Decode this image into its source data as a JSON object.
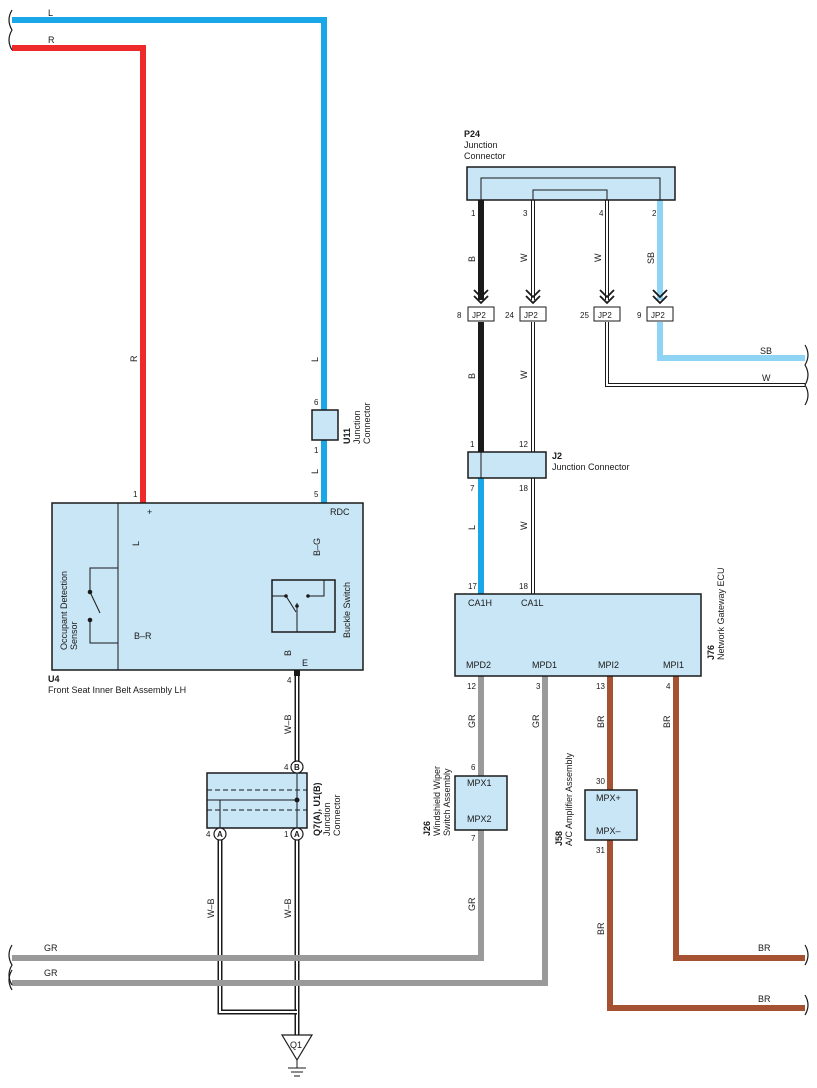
{
  "colors": {
    "L": "#1aa7e8",
    "R": "#ee2a2a",
    "SB": "#8fd4f5",
    "B": "#1a1a1a",
    "GR": "#9a9a9a",
    "BR": "#a45232",
    "W": "#ffffff",
    "box_fill": "#c8e6f5"
  },
  "wires": {
    "L": "L",
    "R": "R",
    "B": "B",
    "W": "W",
    "SB": "SB",
    "GR": "GR",
    "BR": "BR",
    "B_G": "B–G",
    "B_R": "B–R",
    "W_B": "W–B"
  },
  "components": {
    "p24": {
      "code": "P24",
      "line1": "Junction",
      "line2": "Connector"
    },
    "u11": {
      "code": "U11",
      "line1": "Junction",
      "line2": "Connector"
    },
    "j2": {
      "code": "J2",
      "name": "Junction Connector"
    },
    "u4": {
      "code": "U4",
      "name": "Front Seat Inner Belt Assembly LH"
    },
    "ods": {
      "line1": "Occupant Detection",
      "line2": "Sensor"
    },
    "buckle": {
      "name": "Buckle Switch"
    },
    "q7": {
      "code": "Q7(A), U1(B)",
      "line1": "Junction",
      "line2": "Connector"
    },
    "j76": {
      "code": "J76",
      "name": "Network Gateway ECU"
    },
    "j26": {
      "code": "J26",
      "line1": "Windshield Wiper",
      "line2": "Switch Assembly"
    },
    "j58": {
      "code": "J58",
      "name": "A/C Amplifier Assembly"
    },
    "q1": {
      "code": "Q1"
    }
  },
  "connectors": {
    "jp2": "JP2",
    "a": "A",
    "b": "B"
  },
  "terminals": {
    "u4_plus": "+",
    "rdc": "RDC",
    "e": "E",
    "ca1h": "CA1H",
    "ca1l": "CA1L",
    "mpd2": "MPD2",
    "mpd1": "MPD1",
    "mpi2": "MPI2",
    "mpi1": "MPI1",
    "mpx1": "MPX1",
    "mpx2": "MPX2",
    "mpxp": "MPX+",
    "mpxm": "MPX–"
  },
  "pins": {
    "p24_1": "1",
    "p24_3": "3",
    "p24_4": "4",
    "p24_2": "2",
    "jp2_8": "8",
    "jp2_24": "24",
    "jp2_25": "25",
    "jp2_9": "9",
    "j2_1": "1",
    "j2_12": "12",
    "j2_7": "7",
    "j2_18": "18",
    "u11_6": "6",
    "u11_1": "1",
    "u4_1": "1",
    "u4_5": "5",
    "u4_4": "4",
    "q7_4b": "4",
    "q7_4a": "4",
    "q7_1a": "1",
    "j76_17": "17",
    "j76_18": "18",
    "j76_12": "12",
    "j76_3": "3",
    "j76_13": "13",
    "j76_4": "4",
    "j26_6": "6",
    "j26_7": "7",
    "j58_30": "30",
    "j58_31": "31"
  }
}
